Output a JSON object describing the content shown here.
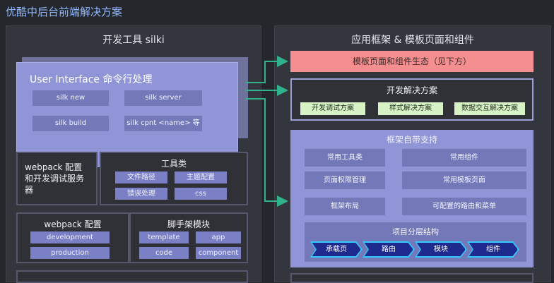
{
  "page": {
    "title": "优酷中后台前端解决方案"
  },
  "left": {
    "title": "开发工具 silki",
    "ui": {
      "title": "User Interface 命令行处理",
      "buttons": [
        "silk new",
        "silk server",
        "silk build",
        "silk cpnt <name> 等"
      ]
    },
    "webpack_dev": {
      "text": "webpack 配置和开发调试服务器"
    },
    "tools": {
      "title": "工具类",
      "items": [
        "文件路径",
        "主题配置",
        "错误处理",
        "css"
      ]
    },
    "webpack_cfg": {
      "title": "webpack 配置",
      "items": [
        "development",
        "production"
      ]
    },
    "scaffold": {
      "title": "脚手架模块",
      "items": [
        "template",
        "app",
        "code",
        "component"
      ]
    }
  },
  "right": {
    "title": "应用框架 & 模板页面和组件",
    "pink": "模板页面和组件生态（见下方）",
    "dev_solutions": {
      "title": "开发解决方案",
      "items": [
        "开发调试方案",
        "样式解决方案",
        "数据交互解决方案"
      ]
    },
    "framework": {
      "title": "框架自带支持",
      "items": [
        "常用工具类",
        "常用组件",
        "页面权限管理",
        "常用模板页面",
        "框架布局",
        "可配置的路由和菜单"
      ],
      "layers": {
        "title": "项目分层结构",
        "items": [
          "承载页",
          "路由",
          "模块",
          "组件"
        ]
      }
    }
  },
  "colors": {
    "accent_blue": "#8fb8ff",
    "ui_purple": "#8f95d6",
    "pink": "#f58f8f",
    "green": "#d7f3c5",
    "arrow": "#2fb38a"
  }
}
